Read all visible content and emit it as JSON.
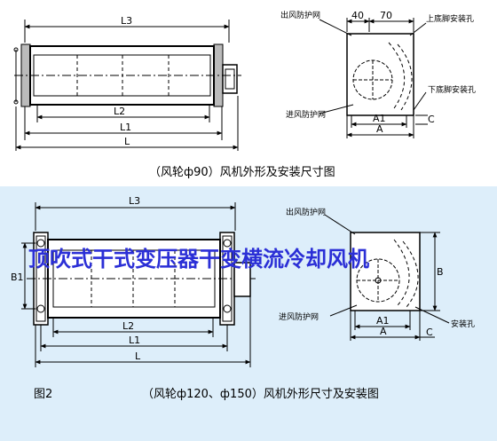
{
  "top": {
    "dims": {
      "l3": "L3",
      "l2": "L2",
      "l1": "L1",
      "l": "L",
      "d40": "40",
      "d70": "70",
      "a1": "A1",
      "a": "A",
      "c": "C"
    },
    "labels": {
      "outlet": "出风防护网",
      "inlet": "进风防护网",
      "upper_hole": "上底脚安装孔",
      "lower_hole": "下底脚安装孔"
    },
    "caption": "（风轮ф90）风机外形及安装尺寸图"
  },
  "bottom": {
    "dims": {
      "l3": "L3",
      "l2": "L2",
      "l1": "L1",
      "l": "L",
      "b1": "B1",
      "b": "B",
      "a1": "A1",
      "a": "A",
      "c": "C"
    },
    "labels": {
      "outlet": "出风防护网",
      "inlet": "进风防护网",
      "hole": "安装孔"
    },
    "figure_no": "图2",
    "caption": "（风轮ф120、ф150）风机外形尺寸及安装图"
  },
  "watermark": "顶吹式干式变压器干变横流冷却风机",
  "colors": {
    "top_bg": "#ffffff",
    "bottom_bg": "#ddeefa",
    "ink": "#000000",
    "watermark": "#2b2fd6"
  }
}
